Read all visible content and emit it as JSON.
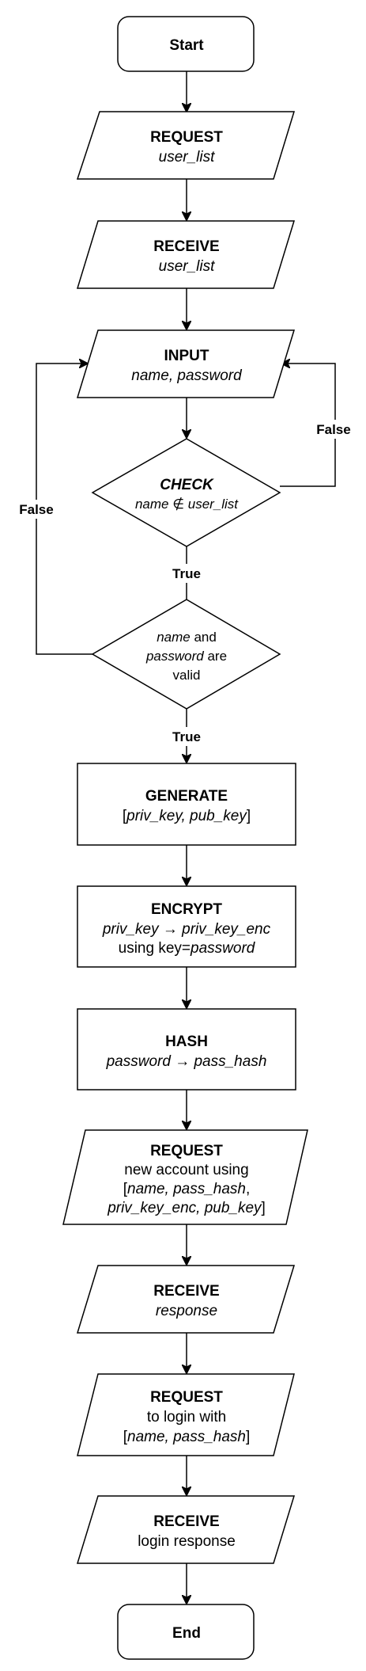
{
  "nodes": {
    "start": {
      "label": "Start"
    },
    "request_user_list": {
      "title": "REQUEST",
      "detail": "user_list"
    },
    "receive_user_list": {
      "title": "RECEIVE",
      "detail": "user_list"
    },
    "input": {
      "title": "INPUT",
      "detail": "name, password"
    },
    "check": {
      "title": "CHECK",
      "detail": "name ∉ user_list"
    },
    "valid": {
      "name": "name",
      "and": " and",
      "password": "password",
      "are": " are",
      "valid": "valid"
    },
    "generate": {
      "title": "GENERATE",
      "open": "[",
      "detail": "priv_key, pub_key",
      "close": "]"
    },
    "encrypt": {
      "title": "ENCRYPT",
      "line2": "priv_key → priv_key_enc",
      "line3_prefix": "using key=",
      "line3_key": "password"
    },
    "hash": {
      "title": "HASH",
      "detail": "password → pass_hash"
    },
    "request_account": {
      "title": "REQUEST",
      "line2": "new account using",
      "l3_open": "[",
      "l3_items": "name, pass_hash",
      "l3_comma": ",",
      "l4_items": "priv_key_enc, pub_key",
      "l4_close": "]"
    },
    "receive_response": {
      "title": "RECEIVE",
      "detail": "response"
    },
    "request_login": {
      "title": "REQUEST",
      "line2": "to login with",
      "l3_open": "[",
      "l3_items": "name, pass_hash",
      "l3_close": "]"
    },
    "receive_login": {
      "title": "RECEIVE",
      "detail": "login response"
    },
    "end": {
      "label": "End"
    }
  },
  "edge_labels": {
    "check_false": "False",
    "valid_false": "False",
    "check_true": "True",
    "valid_true": "True"
  }
}
